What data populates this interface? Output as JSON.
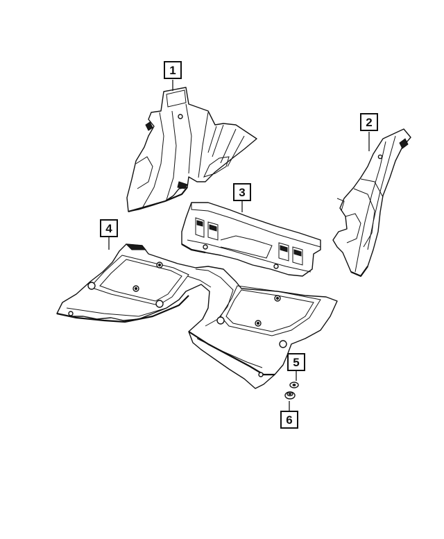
{
  "callouts": {
    "c1": "1",
    "c2": "2",
    "c3": "3",
    "c4": "4",
    "c5": "5",
    "c6": "6"
  },
  "parts": [
    {
      "callout": "1",
      "kind": "left-rear-quarter-insulator"
    },
    {
      "callout": "2",
      "kind": "right-rear-quarter-insulator"
    },
    {
      "callout": "3",
      "kind": "rear-bulkhead-insulator"
    },
    {
      "callout": "4",
      "kind": "floor-pan-silencer"
    },
    {
      "callout": "5",
      "kind": "push-pin-fastener"
    },
    {
      "callout": "6",
      "kind": "nut-fastener"
    }
  ]
}
